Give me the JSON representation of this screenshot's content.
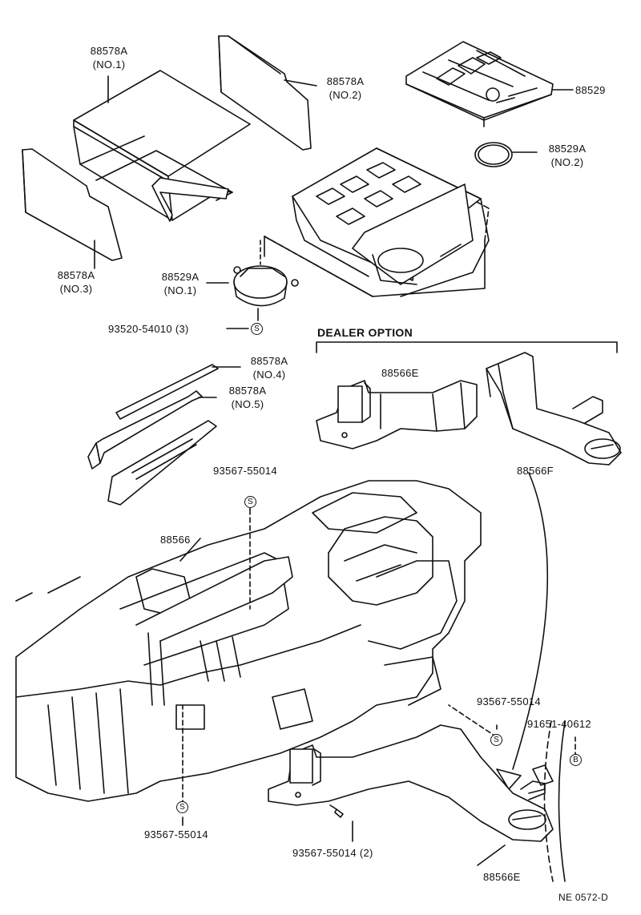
{
  "labels": {
    "p88578a_no1_num": "88578A",
    "p88578a_no1_sub": "(NO.1)",
    "p88578a_no2_num": "88578A",
    "p88578a_no2_sub": "(NO.2)",
    "p88578a_no3_num": "88578A",
    "p88578a_no3_sub": "(NO.3)",
    "p88578a_no4_num": "88578A",
    "p88578a_no4_sub": "(NO.4)",
    "p88578a_no5_num": "88578A",
    "p88578a_no5_sub": "(NO.5)",
    "p88529": "88529",
    "p88529a_no2_num": "88529A",
    "p88529a_no2_sub": "(NO.2)",
    "p88529a_no1_num": "88529A",
    "p88529a_no1_sub": "(NO.1)",
    "p93520": "93520-54010 (3)",
    "dealer_option": "DEALER OPTION",
    "p88566e_top": "88566E",
    "p88566f": "88566F",
    "p93567_top": "93567-55014",
    "p88566": "88566",
    "p93567_right": "93567-55014",
    "p91651": "91651-40612",
    "p93567_left": "93567-55014",
    "p93567_bottom": "93567-55014 (2)",
    "p88566e_bottom": "88566E",
    "drawing_code": "NE 0572-D"
  },
  "marks": {
    "s": "S",
    "b": "B"
  }
}
